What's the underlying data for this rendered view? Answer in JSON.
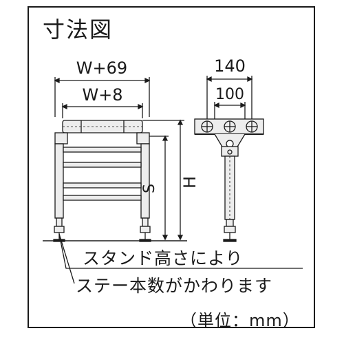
{
  "title": "寸法図",
  "dimensions": {
    "outer_width": "W+69",
    "inner_width": "W+8",
    "side_outer": "140",
    "side_inner": "100",
    "stand_height": "S",
    "total_height": "H"
  },
  "notes": {
    "line1": "スタンド高さにより",
    "line2": "ステー本数がかわります",
    "unit": "（単位：mm）"
  }
}
